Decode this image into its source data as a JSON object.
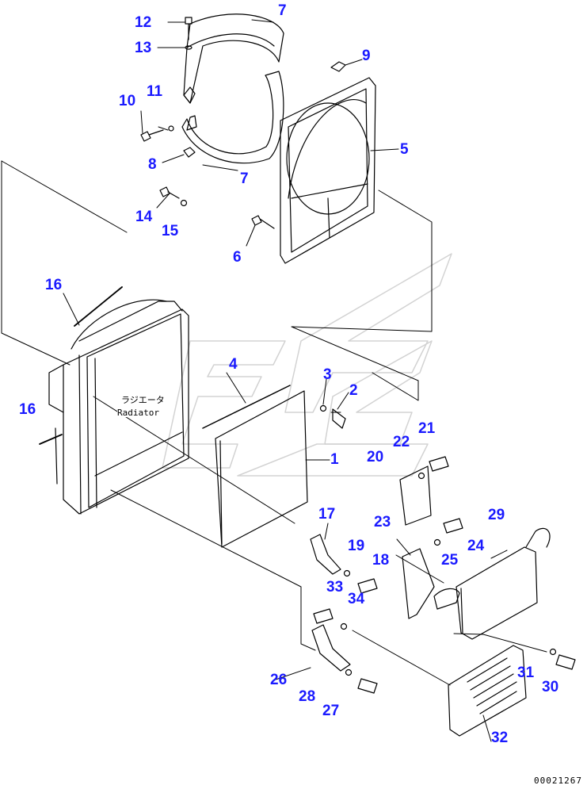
{
  "diagram": {
    "drawing_number": "00021267",
    "radiator_label_jp": "ラジエータ",
    "radiator_label_en": "Radiator",
    "callouts": [
      {
        "id": "1",
        "text": "1"
      },
      {
        "id": "2",
        "text": "2"
      },
      {
        "id": "3",
        "text": "3"
      },
      {
        "id": "4",
        "text": "4"
      },
      {
        "id": "5",
        "text": "5"
      },
      {
        "id": "6",
        "text": "6"
      },
      {
        "id": "7a",
        "text": "7"
      },
      {
        "id": "7b",
        "text": "7"
      },
      {
        "id": "8",
        "text": "8"
      },
      {
        "id": "9",
        "text": "9"
      },
      {
        "id": "10",
        "text": "10"
      },
      {
        "id": "11",
        "text": "11"
      },
      {
        "id": "12",
        "text": "12"
      },
      {
        "id": "13",
        "text": "13"
      },
      {
        "id": "14",
        "text": "14"
      },
      {
        "id": "15",
        "text": "15"
      },
      {
        "id": "16a",
        "text": "16"
      },
      {
        "id": "16b",
        "text": "16"
      },
      {
        "id": "17",
        "text": "17"
      },
      {
        "id": "18",
        "text": "18"
      },
      {
        "id": "19",
        "text": "19"
      },
      {
        "id": "20",
        "text": "20"
      },
      {
        "id": "21",
        "text": "21"
      },
      {
        "id": "22",
        "text": "22"
      },
      {
        "id": "23",
        "text": "23"
      },
      {
        "id": "24",
        "text": "24"
      },
      {
        "id": "25",
        "text": "25"
      },
      {
        "id": "26",
        "text": "26"
      },
      {
        "id": "27",
        "text": "27"
      },
      {
        "id": "28",
        "text": "28"
      },
      {
        "id": "29",
        "text": "29"
      },
      {
        "id": "30",
        "text": "30"
      },
      {
        "id": "31",
        "text": "31"
      },
      {
        "id": "32",
        "text": "32"
      },
      {
        "id": "33",
        "text": "33"
      },
      {
        "id": "34",
        "text": "34"
      }
    ]
  }
}
